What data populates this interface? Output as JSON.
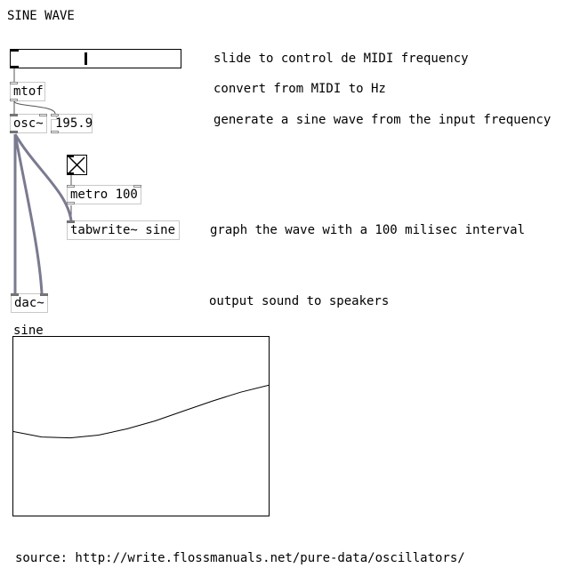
{
  "patch": {
    "title": "SINE WAVE"
  },
  "objects": {
    "mtof": "mtof",
    "osc": "osc~",
    "metro": "metro 100",
    "tabwrite": "tabwrite~ sine",
    "dac": "dac~"
  },
  "number_box": {
    "value": "195.9"
  },
  "slider": {
    "value_fraction": 0.44
  },
  "toggle": {
    "state": "on"
  },
  "comments": {
    "slider": "slide to control de MIDI frequency",
    "mtof": "convert from MIDI to Hz",
    "osc": "generate a sine wave from the input frequency",
    "tabwrite": "graph the wave with a 100 milisec interval",
    "dac": "output sound to speakers"
  },
  "array": {
    "name": "sine",
    "curve": [
      -0.06,
      -0.12,
      -0.13,
      -0.1,
      -0.03,
      0.06,
      0.17,
      0.28,
      0.38,
      0.46
    ]
  },
  "source": {
    "text": "source: http://write.flossmanuals.net/pure-data/oscillators/"
  },
  "colors": {
    "signal_wire": "#7a7a90",
    "box_border": "#c8c8c8"
  }
}
